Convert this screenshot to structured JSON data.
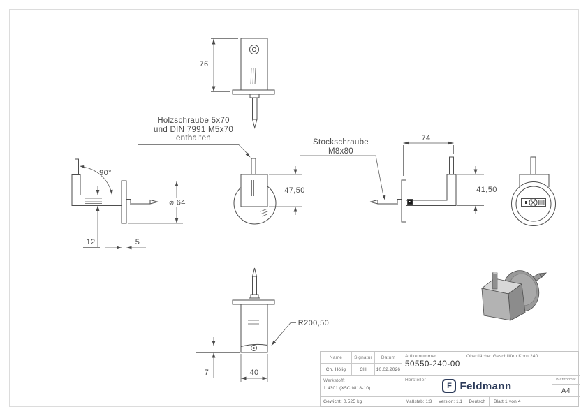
{
  "drawing": {
    "dimensions": {
      "top_height": "76",
      "left_angle": "90°",
      "left_diameter": "⌀ 64",
      "left_arm_thickness": "12",
      "left_plate_thickness": "5",
      "center_height": "47,50",
      "right_width": "74",
      "right_height": "41,50",
      "bottom_radius": "R200,50",
      "bottom_strip": "7",
      "bottom_width": "40"
    },
    "notes": {
      "holzschraube_line1": "Holzschraube 5x70",
      "holzschraube_line2": "und DIN 7991 M5x70",
      "holzschraube_line3": "enthalten",
      "stockschraube_line1": "Stockschraube",
      "stockschraube_line2": "M8x80"
    }
  },
  "title_block": {
    "name_label": "Name",
    "signatur_label": "Signatur",
    "datum_label": "Datum",
    "name_value": "Ch. Hölig",
    "signatur_value": "CH",
    "datum_value": "10.02.2026",
    "artikelnummer_label": "Artikelnummer",
    "artikelnummer_value": "50550-240-00",
    "oberflaeche": "Oberfläche:  Geschliffen Korn 240",
    "werkstoff_label": "Werkstoff:",
    "werkstoff_value": "1.4301 (X5CrNi18-10)",
    "hersteller_label": "Hersteller",
    "logo_letter": "F",
    "logo_text": "Feldmann",
    "blattformat_label": "Blattformat",
    "blattformat_value": "A4",
    "gewicht": "Gewicht: 0.525 kg",
    "massstab": "Maßstab: 1:3",
    "version": "Version: 1.1",
    "sprache": "Deutsch",
    "blatt": "Blatt 1 von 4"
  },
  "colors": {
    "logo_navy": "#2b3a59",
    "line_gray": "#4e4e4e"
  }
}
